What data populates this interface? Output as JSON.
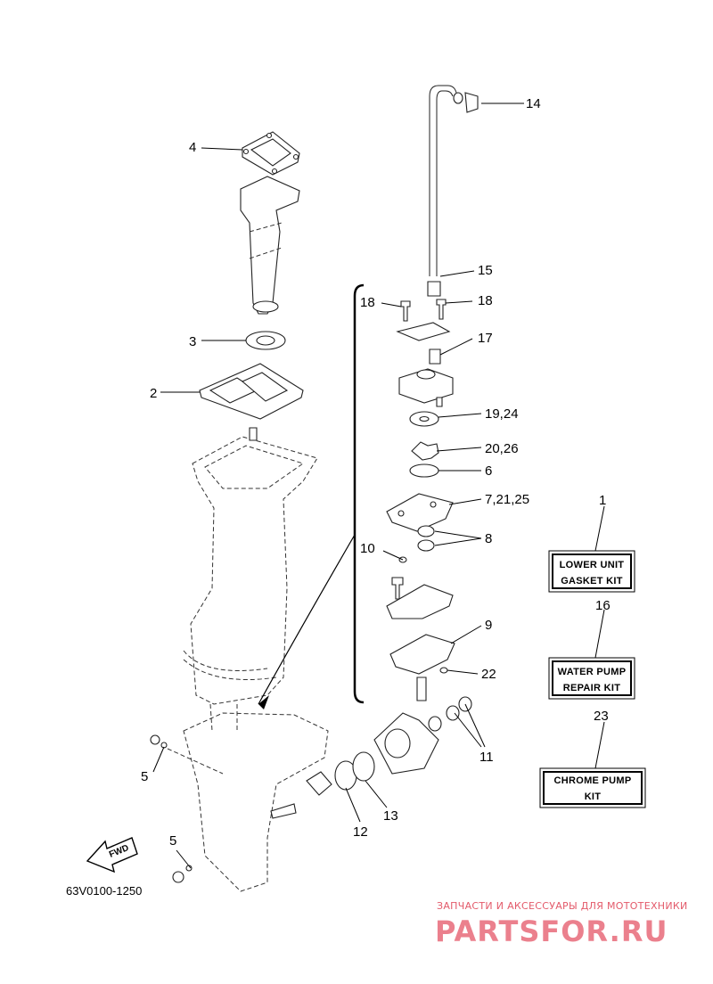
{
  "callouts": {
    "c1": "1",
    "c2": "2",
    "c3": "3",
    "c4": "4",
    "c5a": "5",
    "c5b": "5",
    "c6": "6",
    "c7": "7,21,25",
    "c8": "8",
    "c9": "9",
    "c10": "10",
    "c11": "11",
    "c12": "12",
    "c13": "13",
    "c14": "14",
    "c15": "15",
    "c16": "16",
    "c17": "17",
    "c18a": "18",
    "c18b": "18",
    "c19": "19,24",
    "c20": "20,26",
    "c22": "22",
    "c23": "23"
  },
  "kits": {
    "lower_unit": {
      "line1": "LOWER UNIT",
      "line2": "GASKET KIT"
    },
    "water_pump": {
      "line1": "WATER PUMP",
      "line2": "REPAIR KIT"
    },
    "chrome_pump": {
      "line1": "CHROME PUMP",
      "line2": "KIT"
    }
  },
  "fwd_label": "FWD",
  "diagram_code": "63V0100-1250",
  "watermark": {
    "caption": "ЗАПЧАСТИ И АКСЕССУАРЫ ДЛЯ МОТОТЕХНИКИ",
    "logo": "PARTSFOR.RU"
  }
}
